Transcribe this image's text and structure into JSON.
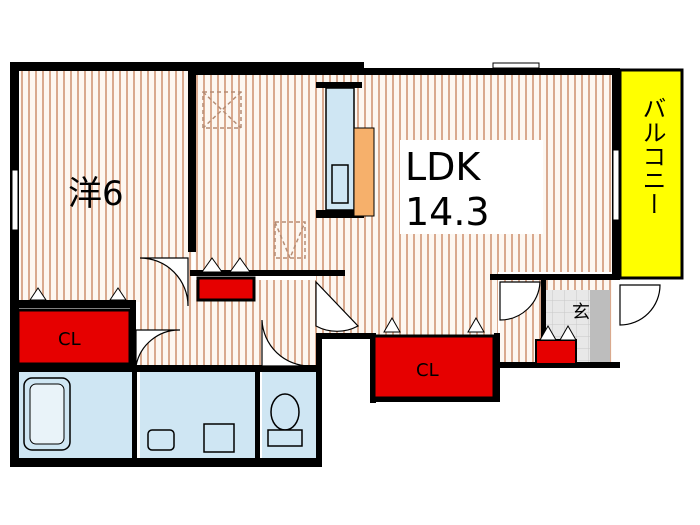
{
  "floorplan": {
    "rooms": {
      "western_room": {
        "label": "洋6"
      },
      "ldk": {
        "label": "LDK",
        "size": "14.3"
      },
      "balcony": {
        "label": "バルコニー"
      },
      "entrance": {
        "label": "玄"
      }
    },
    "closets": [
      {
        "label": "CL"
      },
      {
        "label": "CL"
      }
    ]
  },
  "colors": {
    "wall": "#000000",
    "floor_stripe": "#d9a98e",
    "floor_bg": "#fdf7f1",
    "closet": "#e60000",
    "balcony": "#ffff00",
    "water": "#cfe6f3",
    "kitchen_counter": "#f6b06b"
  }
}
